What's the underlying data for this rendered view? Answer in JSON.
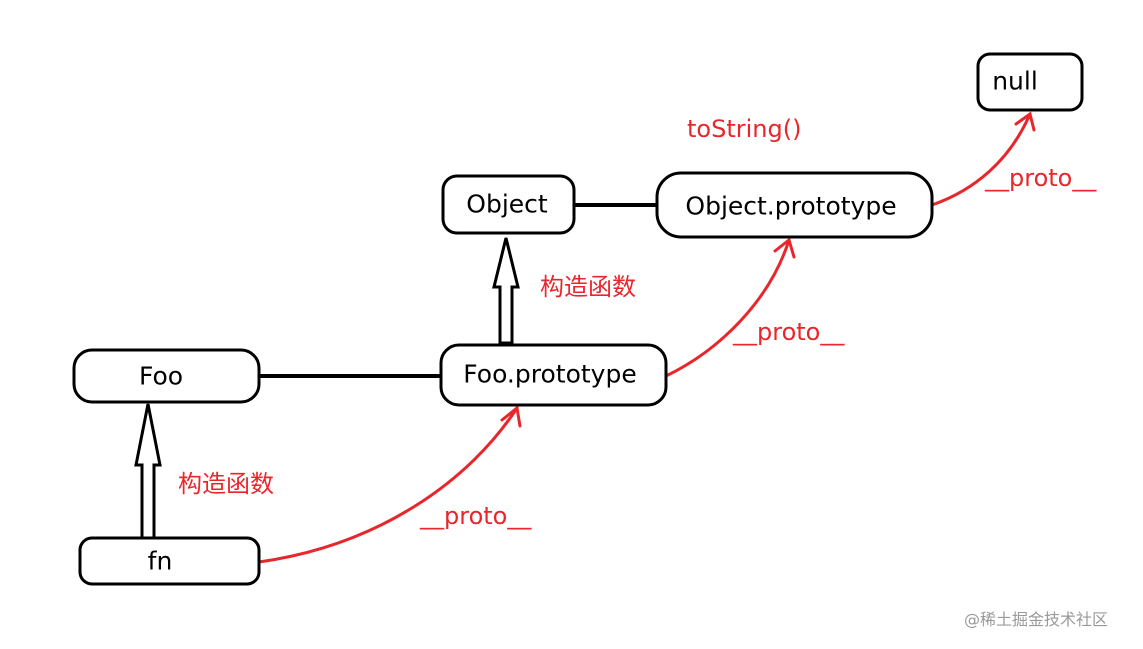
{
  "nodes": {
    "null": "null",
    "object": "Object",
    "object_prototype": "Object.prototype",
    "foo": "Foo",
    "foo_prototype": "Foo.prototype",
    "fn": "fn"
  },
  "labels": {
    "to_string": "toString()",
    "proto_null": "__proto__",
    "proto_object_prototype": "__proto__",
    "proto_foo_prototype": "__proto__",
    "constructor_object": "构造函数",
    "constructor_foo": "构造函数"
  },
  "watermark": "@稀土掘金技术社区",
  "colors": {
    "annotation": "#e8262b",
    "node_border": "#000000",
    "watermark": "#9a9a9a"
  }
}
